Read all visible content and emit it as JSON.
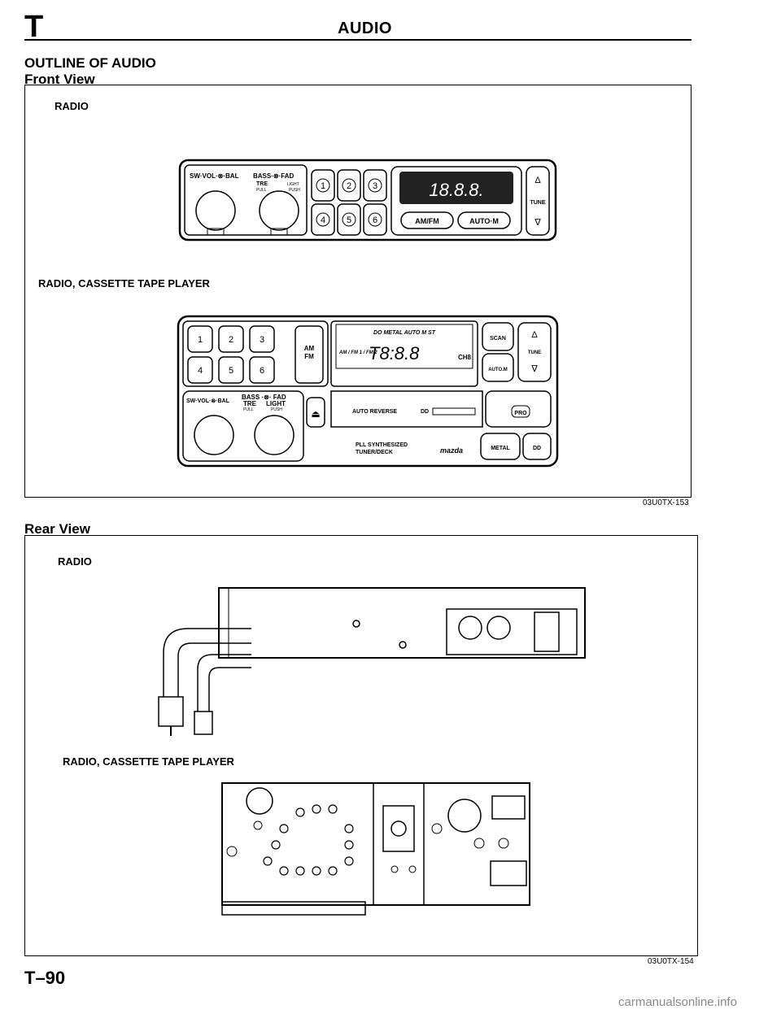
{
  "header": {
    "section_letter": "T",
    "title": "AUDIO"
  },
  "outline": {
    "title": "OUTLINE OF AUDIO",
    "front_view": "Front View",
    "rear_view": "Rear View"
  },
  "front_panel": {
    "radio_label": "RADIO",
    "cassette_label": "RADIO, CASSETTE TAPE PLAYER",
    "figure_code": "03U0TX-153"
  },
  "radio_unit": {
    "knob_label_left": "SW·VOL·⊗·BAL",
    "knob_label_right": "BASS·⊗·FAD",
    "tre": "TRE",
    "pull": "PULL",
    "light": "LIGHT",
    "push": "PUSH",
    "presets": [
      "1",
      "2",
      "3",
      "4",
      "5",
      "6"
    ],
    "display": "18.8.8.",
    "am_fm": "AM/FM",
    "auto_m": "AUTO·M",
    "tune": "TUNE",
    "up": "Δ",
    "down": "∇"
  },
  "cassette_unit": {
    "presets": [
      "1",
      "2",
      "3",
      "4",
      "5",
      "6"
    ],
    "am": "AM",
    "fm": "FM",
    "disp_top": "DO  METAL  AUTO M  ST",
    "disp_bands": "AM / FM 1 / FM 2",
    "disp_digits": "T8:8.8",
    "disp_ch": "CH8",
    "scan": "SCAN",
    "auto_m": "AUTO.M",
    "tune": "TUNE",
    "knob_label": "SW·VOL·⊗·BAL",
    "bass_fad": "BASS ·⊗· FAD",
    "tre": "TRE",
    "light": "LIGHT",
    "pull": "PULL",
    "push": "PUSH",
    "auto_reverse": "AUTO REVERSE",
    "dolby": "DD",
    "pro": "PRO",
    "pll": "PLL SYNTHESIZED",
    "tuner_deck": "TUNER/DECK",
    "brand": "mazda",
    "metal": "METAL",
    "dd": "DD"
  },
  "rear_panel": {
    "radio_label": "RADIO",
    "cassette_label": "RADIO, CASSETTE TAPE PLAYER",
    "figure_code": "03U0TX-154"
  },
  "footer": {
    "page_number": "T–90",
    "watermark": "carmanualsonline.info"
  }
}
